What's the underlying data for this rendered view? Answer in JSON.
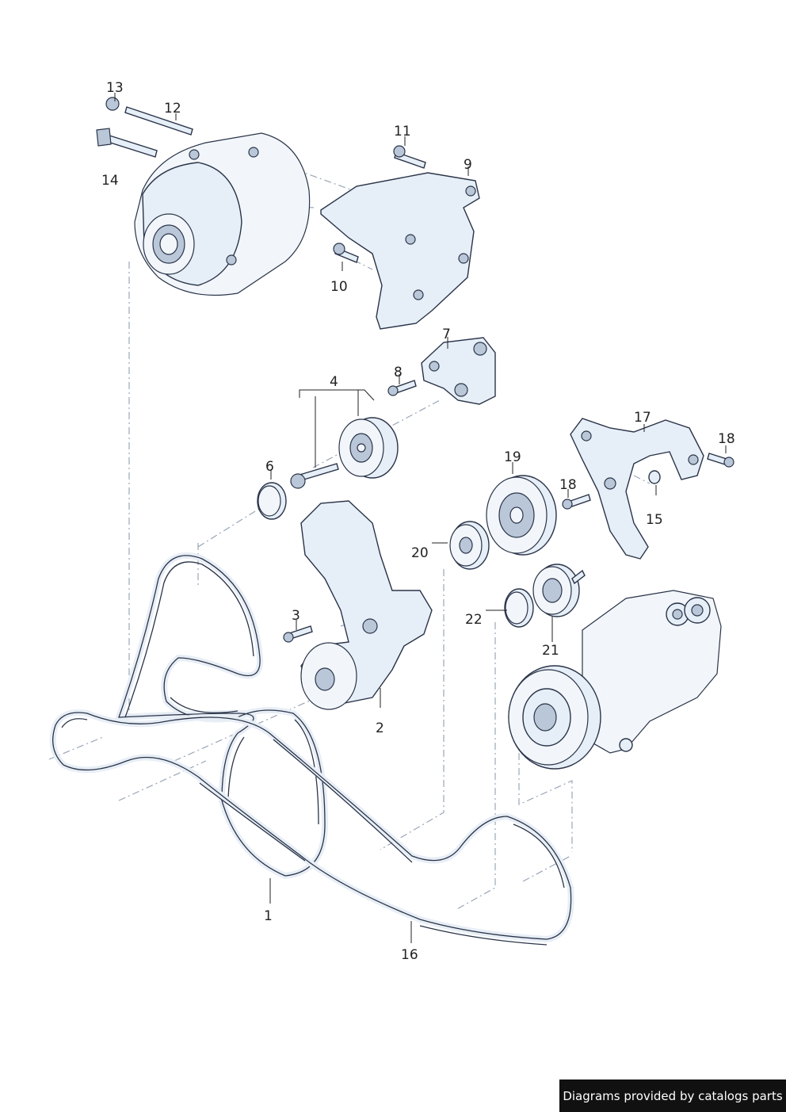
{
  "footer": {
    "text": "Diagrams provided by catalogs parts"
  },
  "callouts": [
    {
      "id": "1",
      "label": "1"
    },
    {
      "id": "2",
      "label": "2"
    },
    {
      "id": "3",
      "label": "3"
    },
    {
      "id": "4",
      "label": "4"
    },
    {
      "id": "6",
      "label": "6"
    },
    {
      "id": "7",
      "label": "7"
    },
    {
      "id": "8",
      "label": "8"
    },
    {
      "id": "9",
      "label": "9"
    },
    {
      "id": "10",
      "label": "10"
    },
    {
      "id": "11",
      "label": "11"
    },
    {
      "id": "12",
      "label": "12"
    },
    {
      "id": "13",
      "label": "13"
    },
    {
      "id": "14",
      "label": "14"
    },
    {
      "id": "15",
      "label": "15"
    },
    {
      "id": "16",
      "label": "16"
    },
    {
      "id": "17",
      "label": "17"
    },
    {
      "id": "18a",
      "label": "18"
    },
    {
      "id": "18b",
      "label": "18"
    },
    {
      "id": "19",
      "label": "19"
    },
    {
      "id": "20",
      "label": "20"
    },
    {
      "id": "21",
      "label": "21"
    },
    {
      "id": "22",
      "label": "22"
    }
  ],
  "colors": {
    "part_fill": "#e6eef7",
    "outline": "#2a3448",
    "footer_bg": "#111111"
  }
}
